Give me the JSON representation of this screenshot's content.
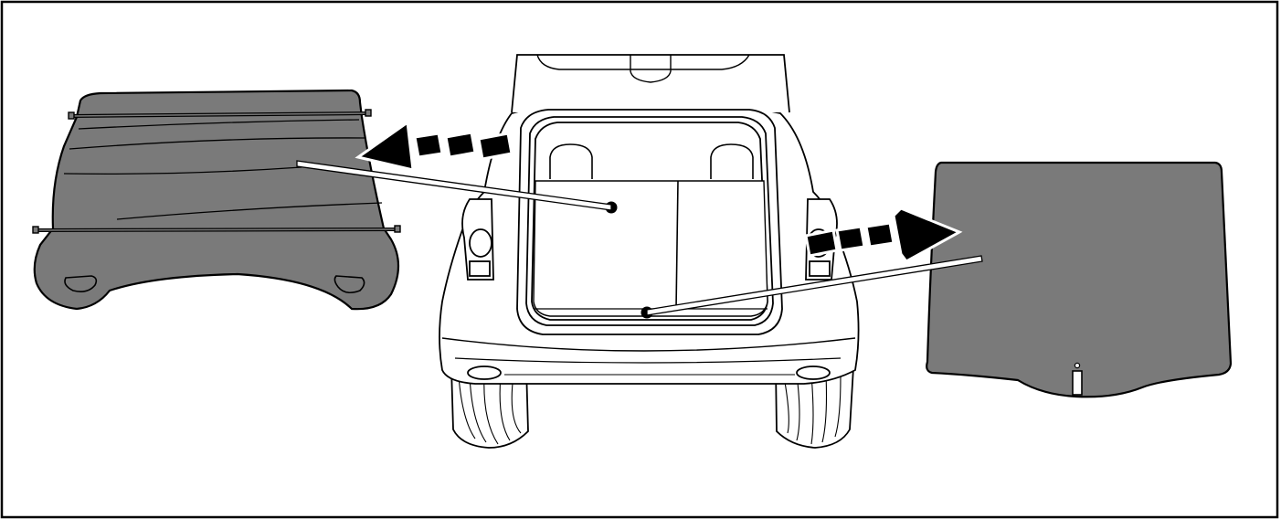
{
  "figure": {
    "subject": "car-rear-with-open-tailgate",
    "parts": {
      "left_part": "luggage-compartment-cover",
      "right_part": "boot-floor-mat"
    },
    "arrows": [
      "removal-arrow-left",
      "removal-arrow-right"
    ],
    "colors": {
      "part_fill": "#7a7a7a",
      "outline": "#000000",
      "background": "#ffffff"
    }
  }
}
